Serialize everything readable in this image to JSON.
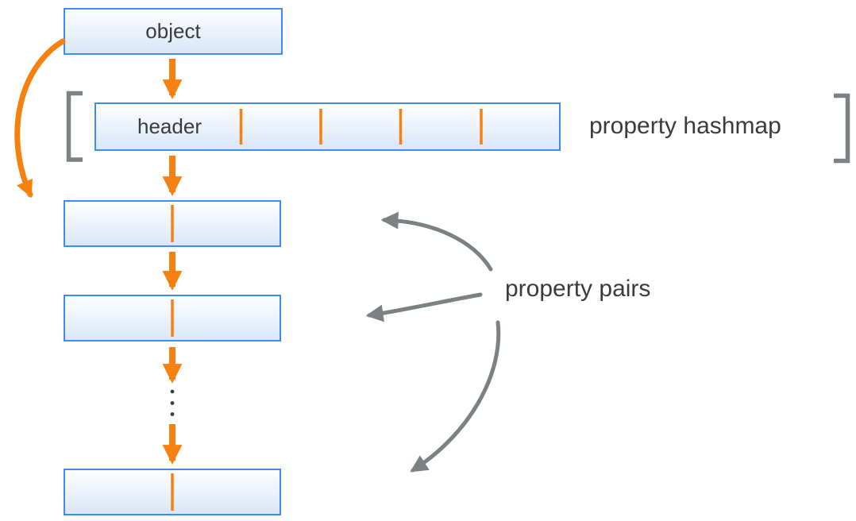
{
  "nodes": {
    "object": {
      "label": "object"
    },
    "hashmap": {
      "header_label": "header",
      "slot_dividers": 4
    },
    "pairs": {
      "box_count": 3,
      "ellipsis_dots": 3
    }
  },
  "labels": {
    "hashmap": "property hashmap",
    "pairs": "property pairs"
  },
  "colors": {
    "blue": "#3e8cf0",
    "orange": "#f78110",
    "gray": "#7c8184",
    "text": "#3b3b3b",
    "fill_top": "#fdfeff",
    "fill_bottom": "#d9e7f7",
    "bg": "#ffffff"
  }
}
